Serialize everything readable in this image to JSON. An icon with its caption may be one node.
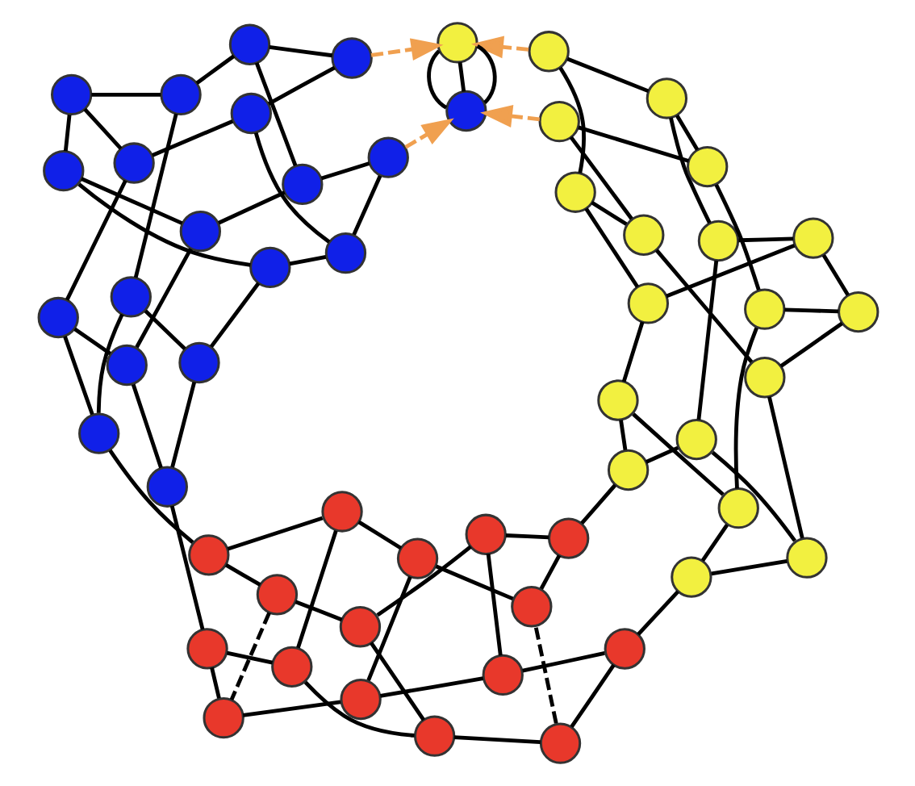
{
  "diagram": {
    "nodes": [
      {
        "text": [],
        "shape": "circle"
      },
      {
        "text": [],
        "shape": "circle"
      },
      {
        "text": [],
        "shape": "circle"
      },
      {
        "text": [],
        "shape": "circle"
      },
      {
        "text": [],
        "shape": "circle"
      },
      {
        "text": [],
        "shape": "circle"
      },
      {
        "text": [],
        "shape": "circle"
      },
      {
        "text": [],
        "shape": "circle"
      },
      {
        "text": [],
        "shape": "circle"
      },
      {
        "text": [],
        "shape": "circle"
      },
      {
        "text": [],
        "shape": "circle"
      },
      {
        "text": [],
        "shape": "circle"
      },
      {
        "text": [],
        "shape": "circle"
      },
      {
        "text": [],
        "shape": "circle"
      },
      {
        "text": [],
        "shape": "circle"
      },
      {
        "text": [],
        "shape": "circle"
      },
      {
        "text": [],
        "shape": "circle"
      },
      {
        "text": [],
        "shape": "circle"
      },
      {
        "text": [],
        "shape": "circle"
      },
      {
        "text": [],
        "shape": "circle"
      },
      {
        "text": [],
        "shape": "circle"
      },
      {
        "text": [],
        "shape": "circle"
      },
      {
        "text": [],
        "shape": "circle"
      },
      {
        "text": [],
        "shape": "circle"
      },
      {
        "text": [],
        "shape": "circle"
      },
      {
        "text": [],
        "shape": "circle"
      },
      {
        "text": [],
        "shape": "circle"
      },
      {
        "text": [],
        "shape": "circle"
      },
      {
        "text": [],
        "shape": "circle"
      },
      {
        "text": [],
        "shape": "circle"
      },
      {
        "text": [],
        "shape": "circle"
      },
      {
        "text": [],
        "shape": "circle"
      },
      {
        "text": [],
        "shape": "circle"
      },
      {
        "text": [],
        "shape": "circle"
      },
      {
        "text": [],
        "shape": "circle"
      },
      {
        "text": [],
        "shape": "circle"
      },
      {
        "text": [],
        "shape": "circle"
      },
      {
        "text": [],
        "shape": "circle"
      },
      {
        "text": [],
        "shape": "circle"
      },
      {
        "text": [],
        "shape": "circle"
      },
      {
        "text": [],
        "shape": "circle"
      },
      {
        "text": [],
        "shape": "circle"
      },
      {
        "text": [],
        "shape": "circle"
      },
      {
        "text": [],
        "shape": "circle"
      },
      {
        "text": [],
        "shape": "circle"
      },
      {
        "text": [],
        "shape": "circle"
      },
      {
        "text": [],
        "shape": "circle"
      },
      {
        "text": [],
        "shape": "circle"
      },
      {
        "text": [],
        "shape": "circle"
      },
      {
        "text": [],
        "shape": "circle"
      },
      {
        "text": [],
        "shape": "circle"
      },
      {
        "text": [],
        "shape": "circle"
      },
      {
        "text": [],
        "shape": "circle"
      },
      {
        "text": [],
        "shape": "circle"
      }
    ],
    "edges": [
      {
        "from": 0,
        "to": 1,
        "arrow": "none"
      },
      {
        "from": 1,
        "to": 2,
        "arrow": "none"
      },
      {
        "from": 2,
        "to": 3,
        "arrow": "none"
      },
      {
        "from": 3,
        "to": 4,
        "arrow": "none"
      },
      {
        "from": 4,
        "to": 5,
        "arrow": "none"
      },
      {
        "from": 5,
        "to": 6,
        "arrow": "none"
      },
      {
        "from": 6,
        "to": 7,
        "arrow": "none"
      },
      {
        "from": 7,
        "to": 8,
        "arrow": "none"
      },
      {
        "from": 8,
        "to": 9,
        "arrow": "none"
      },
      {
        "from": 9,
        "to": 10,
        "arrow": "none"
      },
      {
        "from": 10,
        "to": 11,
        "arrow": "none"
      },
      {
        "from": 11,
        "to": 12,
        "arrow": "none"
      },
      {
        "from": 12,
        "to": 13,
        "arrow": "none"
      },
      {
        "from": 13,
        "to": 14,
        "arrow": "none"
      },
      {
        "from": 14,
        "to": 15,
        "arrow": "none"
      },
      {
        "from": 15,
        "to": 0,
        "arrow": "none"
      },
      {
        "from": 0,
        "to": 5,
        "arrow": "none"
      },
      {
        "from": 1,
        "to": 12,
        "arrow": "none"
      },
      {
        "from": 13,
        "to": 8,
        "arrow": "none"
      },
      {
        "from": 4,
        "to": 9,
        "arrow": "none"
      },
      {
        "from": 15,
        "to": 10,
        "arrow": "none",
        "style": "dashed"
      },
      {
        "from": 2,
        "to": 7,
        "arrow": "none",
        "style": "dashed"
      },
      {
        "from": 16,
        "to": 22,
        "arrow": "none"
      },
      {
        "from": 22,
        "to": 32,
        "arrow": "none"
      },
      {
        "from": 32,
        "to": 33,
        "arrow": "none"
      },
      {
        "from": 33,
        "to": 27,
        "arrow": "none"
      },
      {
        "from": 27,
        "to": 17,
        "arrow": "none"
      },
      {
        "from": 16,
        "to": 18,
        "arrow": "none"
      },
      {
        "from": 18,
        "to": 20,
        "arrow": "none"
      },
      {
        "from": 20,
        "to": 24,
        "arrow": "none"
      },
      {
        "from": 24,
        "to": 28,
        "arrow": "none"
      },
      {
        "from": 28,
        "to": 29,
        "arrow": "none"
      },
      {
        "from": 29,
        "to": 25,
        "arrow": "none"
      },
      {
        "from": 25,
        "to": 21,
        "arrow": "none"
      },
      {
        "from": 21,
        "to": 19,
        "arrow": "none"
      },
      {
        "from": 19,
        "to": 17,
        "arrow": "none"
      },
      {
        "from": 16,
        "to": 21,
        "arrow": "none"
      },
      {
        "from": 17,
        "to": 20,
        "arrow": "none"
      },
      {
        "from": 22,
        "to": 23,
        "arrow": "none"
      },
      {
        "from": 23,
        "to": 24,
        "arrow": "none"
      },
      {
        "from": 25,
        "to": 26,
        "arrow": "none"
      },
      {
        "from": 26,
        "to": 27,
        "arrow": "none"
      },
      {
        "from": 23,
        "to": 26,
        "arrow": "none"
      },
      {
        "from": 28,
        "to": 30,
        "arrow": "none"
      },
      {
        "from": 30,
        "to": 32,
        "arrow": "none"
      },
      {
        "from": 29,
        "to": 31,
        "arrow": "none"
      },
      {
        "from": 31,
        "to": 33,
        "arrow": "none"
      },
      {
        "from": 34,
        "to": 40,
        "arrow": "none"
      },
      {
        "from": 40,
        "to": 50,
        "arrow": "none"
      },
      {
        "from": 50,
        "to": 51,
        "arrow": "none"
      },
      {
        "from": 51,
        "to": 45,
        "arrow": "none"
      },
      {
        "from": 45,
        "to": 35,
        "arrow": "none"
      },
      {
        "from": 34,
        "to": 36,
        "arrow": "none"
      },
      {
        "from": 36,
        "to": 38,
        "arrow": "none"
      },
      {
        "from": 38,
        "to": 42,
        "arrow": "none"
      },
      {
        "from": 42,
        "to": 46,
        "arrow": "none"
      },
      {
        "from": 46,
        "to": 47,
        "arrow": "none"
      },
      {
        "from": 47,
        "to": 43,
        "arrow": "none"
      },
      {
        "from": 43,
        "to": 39,
        "arrow": "none"
      },
      {
        "from": 39,
        "to": 37,
        "arrow": "none"
      },
      {
        "from": 37,
        "to": 35,
        "arrow": "none"
      },
      {
        "from": 34,
        "to": 39,
        "arrow": "none"
      },
      {
        "from": 35,
        "to": 38,
        "arrow": "none"
      },
      {
        "from": 40,
        "to": 41,
        "arrow": "none"
      },
      {
        "from": 41,
        "to": 42,
        "arrow": "none"
      },
      {
        "from": 43,
        "to": 44,
        "arrow": "none"
      },
      {
        "from": 44,
        "to": 45,
        "arrow": "none"
      },
      {
        "from": 41,
        "to": 44,
        "arrow": "none"
      },
      {
        "from": 46,
        "to": 48,
        "arrow": "none"
      },
      {
        "from": 48,
        "to": 50,
        "arrow": "none"
      },
      {
        "from": 47,
        "to": 49,
        "arrow": "none"
      },
      {
        "from": 49,
        "to": 51,
        "arrow": "none"
      },
      {
        "from": 14,
        "to": 18,
        "arrow": "none"
      },
      {
        "from": 11,
        "to": 19,
        "arrow": "none"
      },
      {
        "from": 6,
        "to": 36,
        "arrow": "none"
      },
      {
        "from": 3,
        "to": 37,
        "arrow": "none"
      },
      {
        "from": 52,
        "to": 53,
        "arrow": "none"
      },
      {
        "from": 52,
        "to": 53,
        "arrow": "none"
      },
      {
        "from": 52,
        "to": 53,
        "arrow": "none"
      },
      {
        "from": 31,
        "to": 52,
        "arrow": "to",
        "style": "dashed",
        "color": "#f0a050"
      },
      {
        "from": 30,
        "to": 53,
        "arrow": "to",
        "style": "dashed",
        "color": "#f0a050"
      },
      {
        "from": 48,
        "to": 53,
        "arrow": "to",
        "style": "dashed",
        "color": "#f0a050"
      },
      {
        "from": 49,
        "to": 52,
        "arrow": "to",
        "style": "dashed",
        "color": "#f0a050"
      }
    ]
  }
}
